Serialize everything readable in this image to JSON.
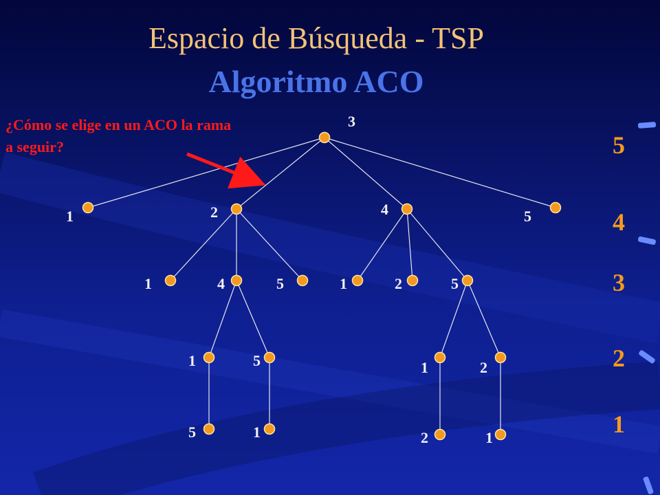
{
  "slide": {
    "title_line1": "Espacio de Búsqueda - TSP",
    "title_line2": "Algoritmo ACO",
    "question": "¿Cómo se elige en un ACO  la rama a seguir?"
  },
  "colors": {
    "title_line1": "#f2c277",
    "title_line2": "#4a73e8",
    "question": "#ff1a1a",
    "arrow": "#ff1a1a",
    "node_label": "#f2f2f2",
    "node_fill": "#f39a1e",
    "node_stroke": "#ffe2a8",
    "edge": "#e6e6ee",
    "level_number": "#f39a1e",
    "accent_dash": "#6a8cff"
  },
  "tree": {
    "nodes": [
      {
        "id": "r",
        "label": "3"
      },
      {
        "id": "a1",
        "label": "1"
      },
      {
        "id": "a2",
        "label": "2"
      },
      {
        "id": "a4",
        "label": "4"
      },
      {
        "id": "a5",
        "label": "5"
      },
      {
        "id": "b1",
        "label": "1"
      },
      {
        "id": "b4",
        "label": "4"
      },
      {
        "id": "b5",
        "label": "5"
      },
      {
        "id": "c1",
        "label": "1"
      },
      {
        "id": "c2",
        "label": "2"
      },
      {
        "id": "c5",
        "label": "5"
      },
      {
        "id": "d1",
        "label": "1"
      },
      {
        "id": "d5",
        "label": "5"
      },
      {
        "id": "e5",
        "label": "5"
      },
      {
        "id": "e1",
        "label": "1"
      },
      {
        "id": "f1",
        "label": "1"
      },
      {
        "id": "f2",
        "label": "2"
      },
      {
        "id": "g2",
        "label": "2"
      },
      {
        "id": "g1",
        "label": "1"
      }
    ],
    "edges": [
      [
        "r",
        "a1"
      ],
      [
        "r",
        "a2"
      ],
      [
        "r",
        "a4"
      ],
      [
        "r",
        "a5"
      ],
      [
        "a2",
        "b1"
      ],
      [
        "a2",
        "b4"
      ],
      [
        "a2",
        "b5"
      ],
      [
        "a4",
        "c1"
      ],
      [
        "a4",
        "c2"
      ],
      [
        "a4",
        "c5"
      ],
      [
        "b4",
        "d1"
      ],
      [
        "b4",
        "d5"
      ],
      [
        "d1",
        "e5"
      ],
      [
        "d5",
        "e1"
      ],
      [
        "c5",
        "f1"
      ],
      [
        "c5",
        "f2"
      ],
      [
        "f1",
        "g2"
      ],
      [
        "f2",
        "g1"
      ]
    ]
  },
  "levels": [
    "5",
    "4",
    "3",
    "2",
    "1"
  ]
}
